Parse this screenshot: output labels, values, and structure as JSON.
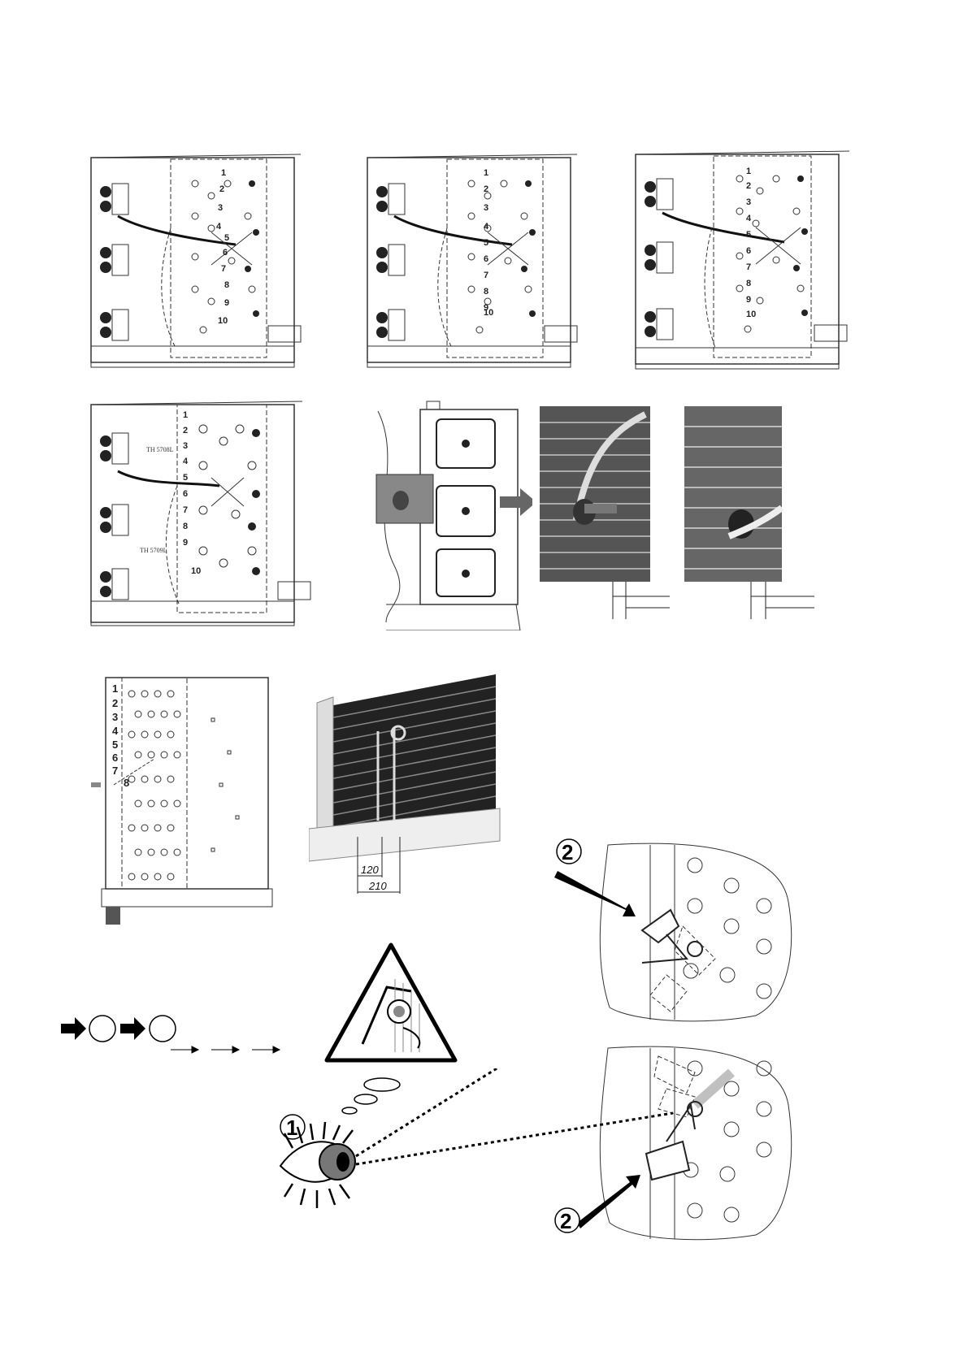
{
  "diagrams": {
    "unit_a": {
      "numbers": [
        "1",
        "2",
        "3",
        "4",
        "5",
        "6",
        "7",
        "8",
        "9",
        "10"
      ]
    },
    "unit_b": {
      "numbers": [
        "1",
        "2",
        "3",
        "4",
        "5",
        "6",
        "7",
        "8",
        "9",
        "10"
      ]
    },
    "unit_c": {
      "numbers": [
        "1",
        "2",
        "3",
        "4",
        "5",
        "6",
        "7",
        "8",
        "9",
        "10"
      ]
    },
    "unit_d": {
      "numbers": [
        "1",
        "2",
        "3",
        "4",
        "5",
        "6",
        "7",
        "8",
        "9",
        "10"
      ],
      "label_top": "TH 5708L",
      "label_bottom": "TH 5709L"
    },
    "unit_e": {
      "numbers": [
        "1",
        "2",
        "3",
        "4",
        "5",
        "6",
        "7",
        "8"
      ]
    }
  },
  "photo_dimensions": {
    "dim_120": "120",
    "dim_210": "210"
  },
  "step_markers": {
    "eye_step": "1",
    "probe_step_top": "2",
    "probe_step_bottom": "2"
  }
}
